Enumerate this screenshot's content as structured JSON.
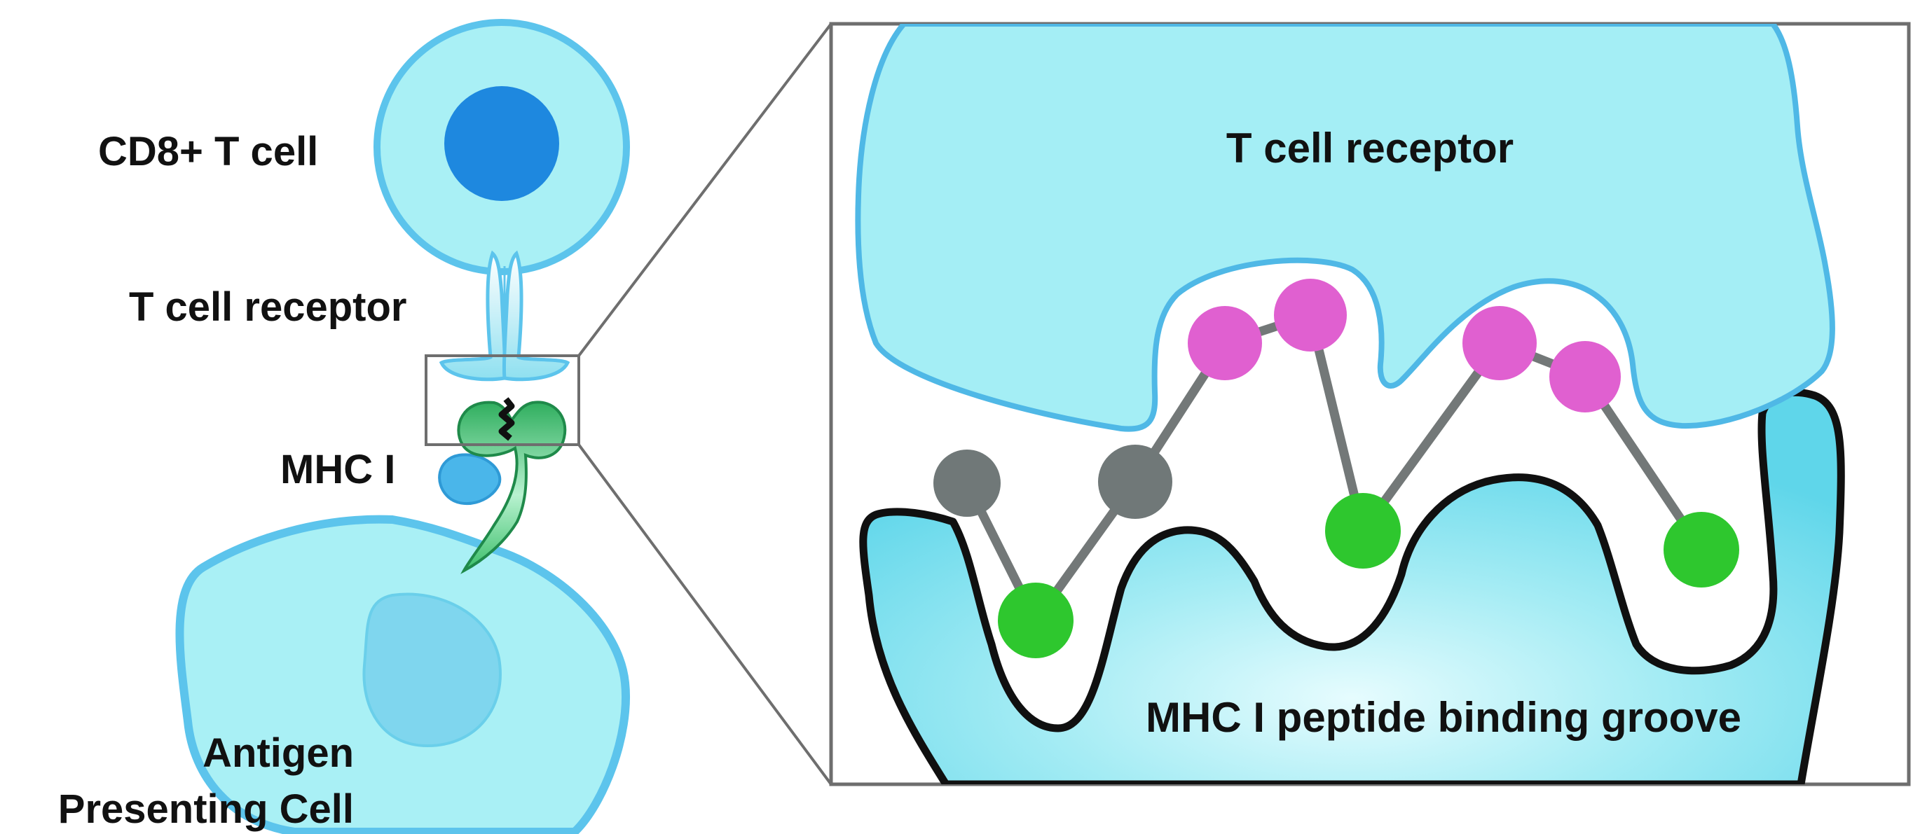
{
  "labels": {
    "cd8_t_cell": "CD8+ T cell",
    "t_cell_receptor": "T cell receptor",
    "mhc_i": "MHC I",
    "apc_line1": "Antigen",
    "apc_line2": "Presenting Cell",
    "zoom_tcr": "T cell receptor",
    "zoom_groove": "MHC I peptide binding groove"
  },
  "colors": {
    "cell_fill": "#a9f0f5",
    "cell_outline": "#5cc4ec",
    "nucleus": "#1e88df",
    "apc_nucleus": "#7fd6ee",
    "receptor": "#9fe6f2",
    "mhc_green": "#3cb868",
    "beta2m": "#4ab6ea",
    "peptide_exposed": "#e060d0",
    "peptide_anchor": "#2ec72e",
    "peptide_other": "#707878",
    "peptide_bond": "#737878",
    "groove_outline": "#101010",
    "frame": "#6e6e6e"
  }
}
